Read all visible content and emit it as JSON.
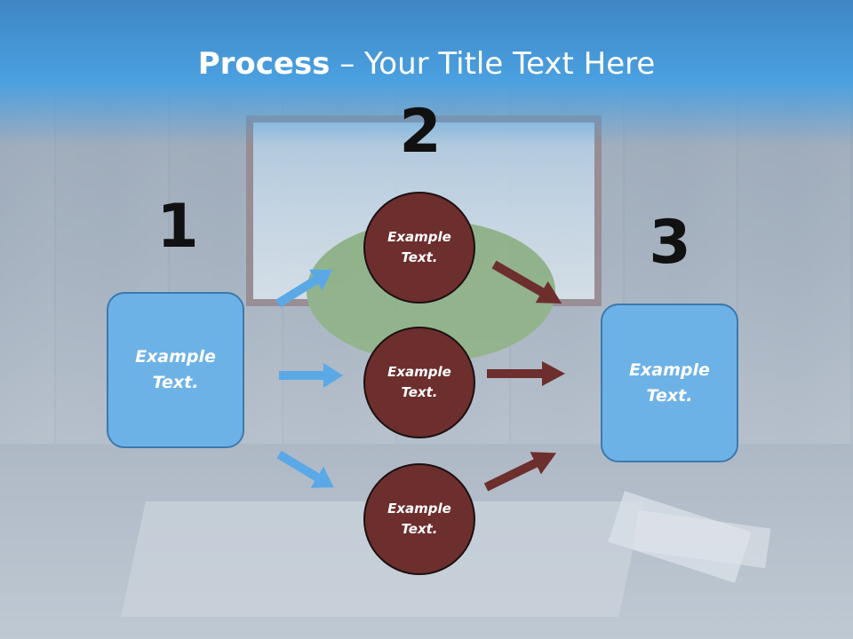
{
  "title": {
    "bold": "Process",
    "rest": " – Your Title Text Here"
  },
  "steps": {
    "one": "1",
    "two": "2",
    "three": "3"
  },
  "left_box": "Example\nText.",
  "right_box": "Example\nText.",
  "circles": [
    "Example\nText.",
    "Example\nText.",
    "Example\nText."
  ],
  "colors": {
    "header": "#4aa0e0",
    "box_fill": "#6db2e6",
    "circle_fill": "#6d2e2e",
    "blue_arrow": "#5aa9e6",
    "brown_arrow": "#6d2e2e"
  }
}
